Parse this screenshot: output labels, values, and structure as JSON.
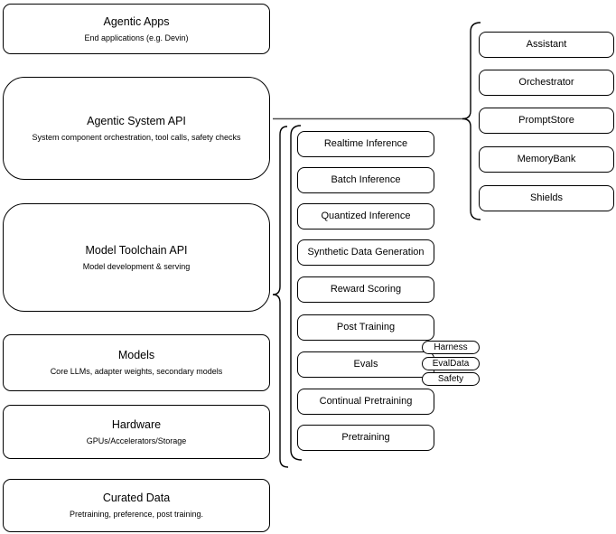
{
  "diagram": {
    "layers": [
      {
        "title": "Agentic Apps",
        "subtitle": "End applications (e.g. Devin)"
      },
      {
        "title": "Agentic System API",
        "subtitle": "System component orchestration, tool calls, safety checks"
      },
      {
        "title": "Model Toolchain API",
        "subtitle": "Model development & serving"
      },
      {
        "title": "Models",
        "subtitle": "Core LLMs, adapter weights, secondary models"
      },
      {
        "title": "Hardware",
        "subtitle": "GPUs/Accelerators/Storage"
      },
      {
        "title": "Curated Data",
        "subtitle": "Pretraining, preference, post training."
      }
    ],
    "toolchain_components": [
      "Realtime Inference",
      "Batch Inference",
      "Quantized Inference",
      "Synthetic Data Generation",
      "Reward Scoring",
      "Post Training",
      "Evals",
      "Continual Pretraining",
      "Pretraining"
    ],
    "eval_tags": [
      "Harness",
      "EvalData",
      "Safety"
    ],
    "system_components": [
      "Assistant",
      "Orchestrator",
      "PromptStore",
      "MemoryBank",
      "Shields"
    ],
    "colors": {
      "node_stroke": "#000000",
      "connector": "#4d4d4d",
      "background": "#ffffff"
    }
  }
}
